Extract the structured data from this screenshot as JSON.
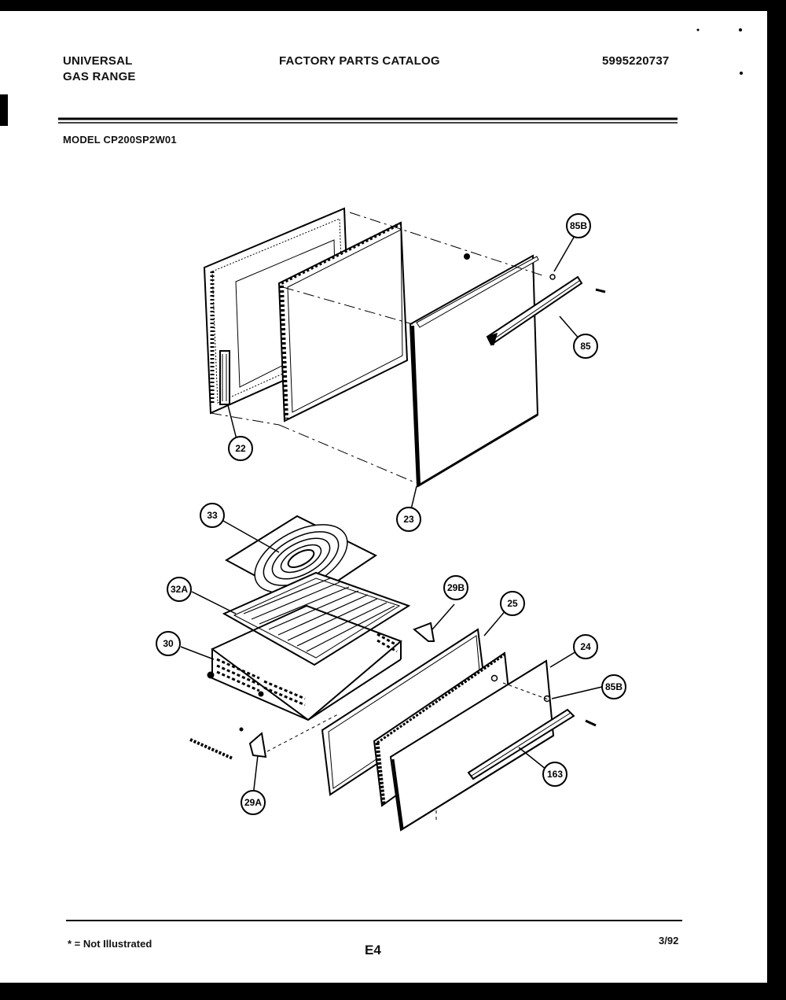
{
  "header": {
    "brand_line1": "UNIVERSAL",
    "brand_line2": "GAS RANGE",
    "catalog_title": "FACTORY PARTS CATALOG",
    "catalog_number": "5995220737",
    "model": "MODEL CP200SP2W01"
  },
  "parts": [
    {
      "id": "85B",
      "name": "callout-85b-upper"
    },
    {
      "id": "85",
      "name": "callout-85"
    },
    {
      "id": "22",
      "name": "callout-22"
    },
    {
      "id": "23",
      "name": "callout-23"
    },
    {
      "id": "33",
      "name": "callout-33"
    },
    {
      "id": "32A",
      "name": "callout-32a"
    },
    {
      "id": "29B",
      "name": "callout-29b"
    },
    {
      "id": "25",
      "name": "callout-25"
    },
    {
      "id": "30",
      "name": "callout-30"
    },
    {
      "id": "24",
      "name": "callout-24"
    },
    {
      "id": "85B",
      "name": "callout-85b-lower"
    },
    {
      "id": "163",
      "name": "callout-163"
    },
    {
      "id": "29A",
      "name": "callout-29a"
    }
  ],
  "footer": {
    "note": "* = Not Illustrated",
    "page": "E4",
    "date": "3/92"
  }
}
